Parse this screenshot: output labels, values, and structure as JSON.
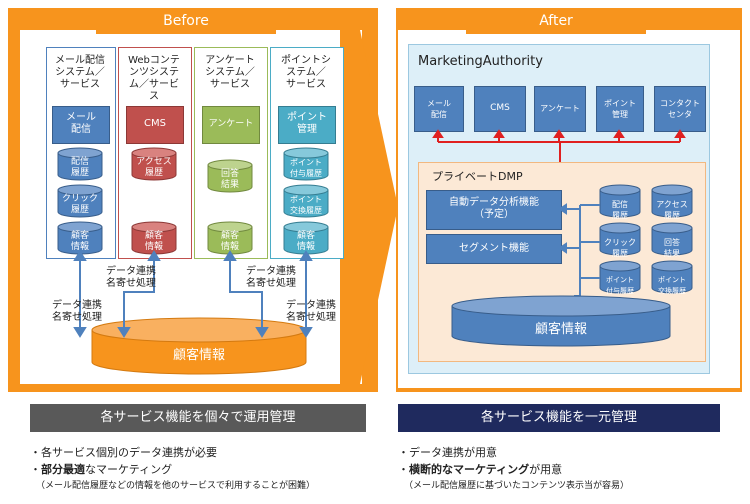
{
  "before": {
    "header": "Before",
    "systems": [
      {
        "title": "メール配信\nシステム／\nサービス",
        "service": "メール\n配信",
        "dbs": [
          "配信\n履歴",
          "クリック\n履歴"
        ],
        "customer_db": "顧客\n情報"
      },
      {
        "title": "Webコンテ\nンツシステ\nム／サービ\nス",
        "service": "CMS",
        "dbs": [
          "アクセス\n履歴"
        ],
        "customer_db": "顧客\n情報"
      },
      {
        "title": "アンケート\nシステム／\nサービス",
        "service": "アンケート",
        "dbs": [
          "回答\n結果"
        ],
        "customer_db": "顧客\n情報"
      },
      {
        "title": "ポイントシ\nステム／\nサービス",
        "service": "ポイント\n管理",
        "dbs": [
          "ポイント\n付与履歴",
          "ポイント\n交換履歴"
        ],
        "customer_db": "顧客\n情報"
      }
    ],
    "sync_label": "データ連携\n名寄せ処理",
    "central_db": "顧客情報",
    "summary_bar": "各サービス機能を個々で運用管理",
    "bullets": [
      {
        "prefix": "・",
        "bold": "",
        "text": "各サービス個別のデータ連携が必要"
      },
      {
        "prefix": "・",
        "bold": "部分最適",
        "text": "なマーケティング"
      }
    ],
    "note": "（メール配信履歴などの情報を他のサービスで利用することが困難）"
  },
  "after": {
    "header": "After",
    "platform": "MarketingAuthority",
    "modules": [
      "メール\n配信",
      "CMS",
      "アンケート",
      "ポイント\n管理",
      "コンタクト\nセンタ"
    ],
    "dmp": "プライベートDMP",
    "functions": [
      "自動データ分析機能\n（予定）",
      "セグメント機能"
    ],
    "dbs": [
      "配信\n履歴",
      "アクセス\n履歴",
      "クリック\n履歴",
      "回答\n結果",
      "ポイント\n付与履歴",
      "ポイント\n交換履歴"
    ],
    "central_db": "顧客情報",
    "summary_bar": "各サービス機能を一元管理",
    "bullets": [
      {
        "prefix": "・",
        "bold": "",
        "text": "データ連携が用意"
      },
      {
        "prefix": "・",
        "bold": "横断的なマーケティング",
        "text": "が用意"
      }
    ],
    "note": "（メール配信履歴に基づいたコンテンツ表示当が容易）"
  },
  "colors": {
    "orange": "#F7941D",
    "blue_box": "#4F81BD",
    "red_box": "#C0504D",
    "green_box": "#9BBB59",
    "teal_box": "#4BACC6",
    "gray_bar": "#595959",
    "navy_bar": "#1F2A5E",
    "red_line": "#E02020",
    "cyan_bg": "#DDEFF8",
    "peach_bg": "#FCE9D6"
  }
}
